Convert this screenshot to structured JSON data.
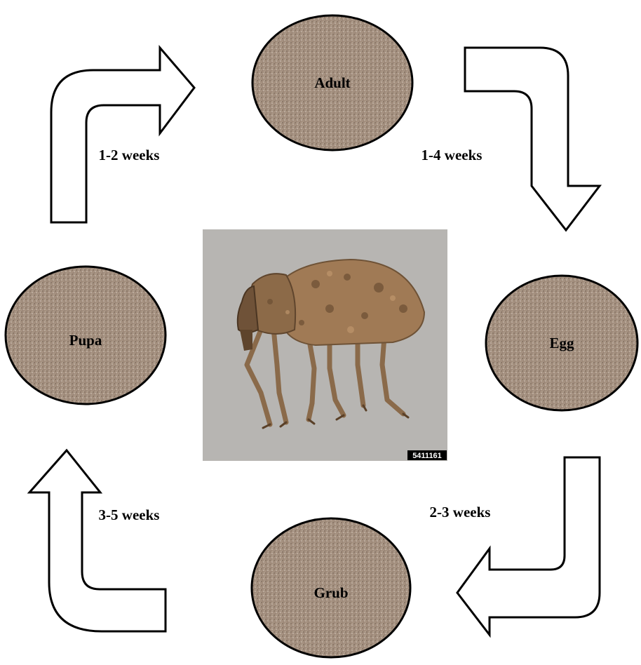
{
  "stages": {
    "adult": "Adult",
    "egg": "Egg",
    "grub": "Grub",
    "pupa": "Pupa"
  },
  "durations": {
    "pupa_to_adult": "1-2 weeks",
    "adult_to_egg": "1-4 weeks",
    "egg_to_grub": "2-3 weeks",
    "grub_to_pupa": "3-5 weeks"
  },
  "photo": {
    "image_number": "5411161"
  },
  "colors": {
    "stage_fill": "#a08c7e",
    "photo_background": "#b7b5b2"
  }
}
